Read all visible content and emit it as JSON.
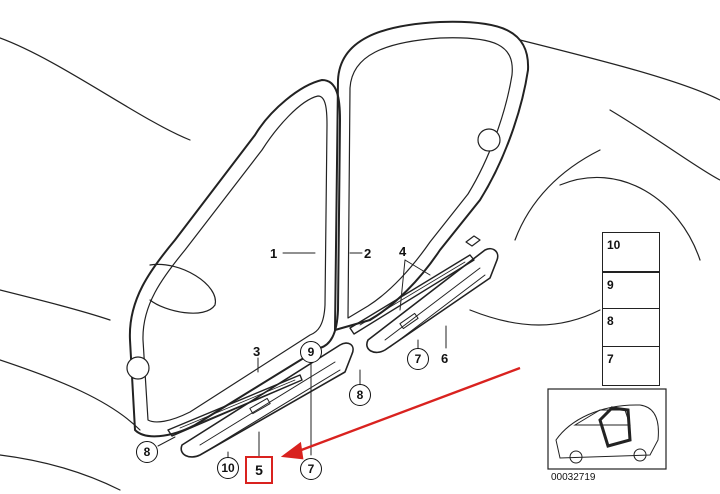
{
  "callouts": {
    "part_1": "1",
    "part_2": "2",
    "part_3": "3",
    "part_4": "4",
    "part_5": "5",
    "part_6": "6",
    "part_7a": "7",
    "part_7b": "7",
    "part_8a": "8",
    "part_8b": "8",
    "part_9": "9",
    "part_10": "10"
  },
  "legend": [
    {
      "label": "10",
      "icon": "clip-plate-icon"
    },
    {
      "label": "9",
      "icon": "round-clip-icon"
    },
    {
      "label": "8",
      "icon": "push-clip-icon"
    },
    {
      "label": "7",
      "icon": "expanding-clip-icon"
    }
  ],
  "thumbnail_code": "00032719",
  "colors": {
    "line": "#222222",
    "highlight": "#d9221f"
  }
}
